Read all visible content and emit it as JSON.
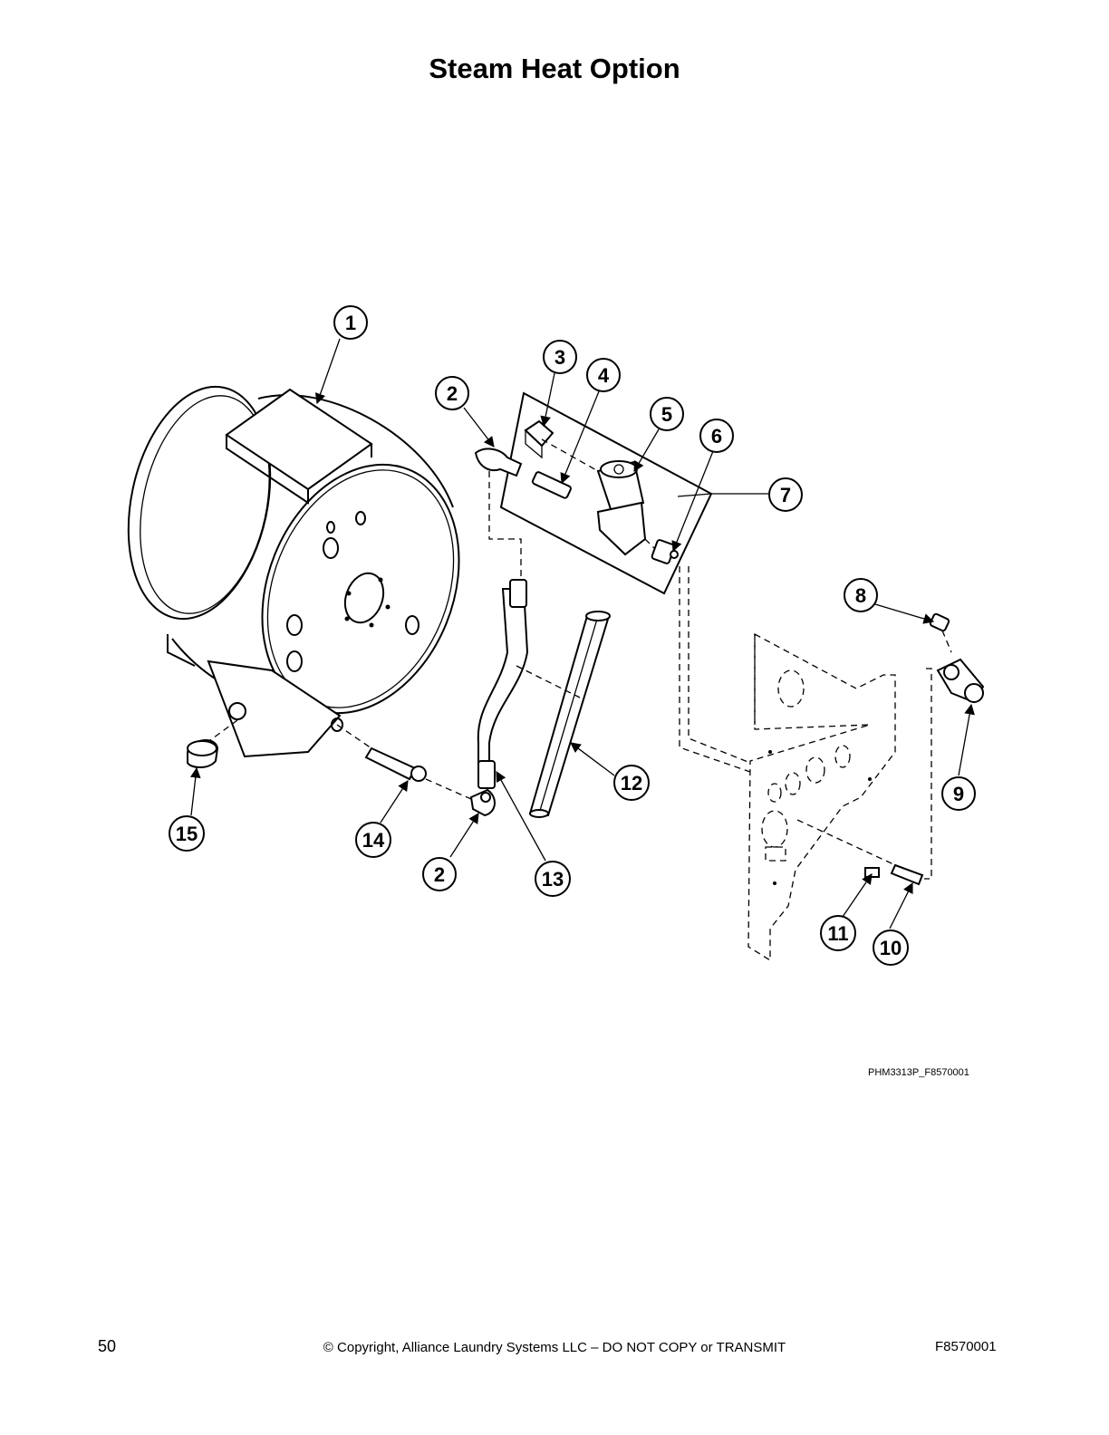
{
  "title": "Steam Heat Option",
  "callouts": [
    {
      "id": "c1",
      "label": "1"
    },
    {
      "id": "c2a",
      "label": "2"
    },
    {
      "id": "c3",
      "label": "3"
    },
    {
      "id": "c4",
      "label": "4"
    },
    {
      "id": "c5",
      "label": "5"
    },
    {
      "id": "c6",
      "label": "6"
    },
    {
      "id": "c7",
      "label": "7"
    },
    {
      "id": "c8",
      "label": "8"
    },
    {
      "id": "c9",
      "label": "9"
    },
    {
      "id": "c10",
      "label": "10"
    },
    {
      "id": "c11",
      "label": "11"
    },
    {
      "id": "c12",
      "label": "12"
    },
    {
      "id": "c13",
      "label": "13"
    },
    {
      "id": "c14",
      "label": "14"
    },
    {
      "id": "c15",
      "label": "15"
    },
    {
      "id": "c2b",
      "label": "2"
    }
  ],
  "figure_ref": "PHM3313P_F8570001",
  "footer": {
    "page_number": "50",
    "copyright": "© Copyright, Alliance Laundry Systems LLC – DO NOT COPY or TRANSMIT",
    "document_number": "F8570001"
  }
}
